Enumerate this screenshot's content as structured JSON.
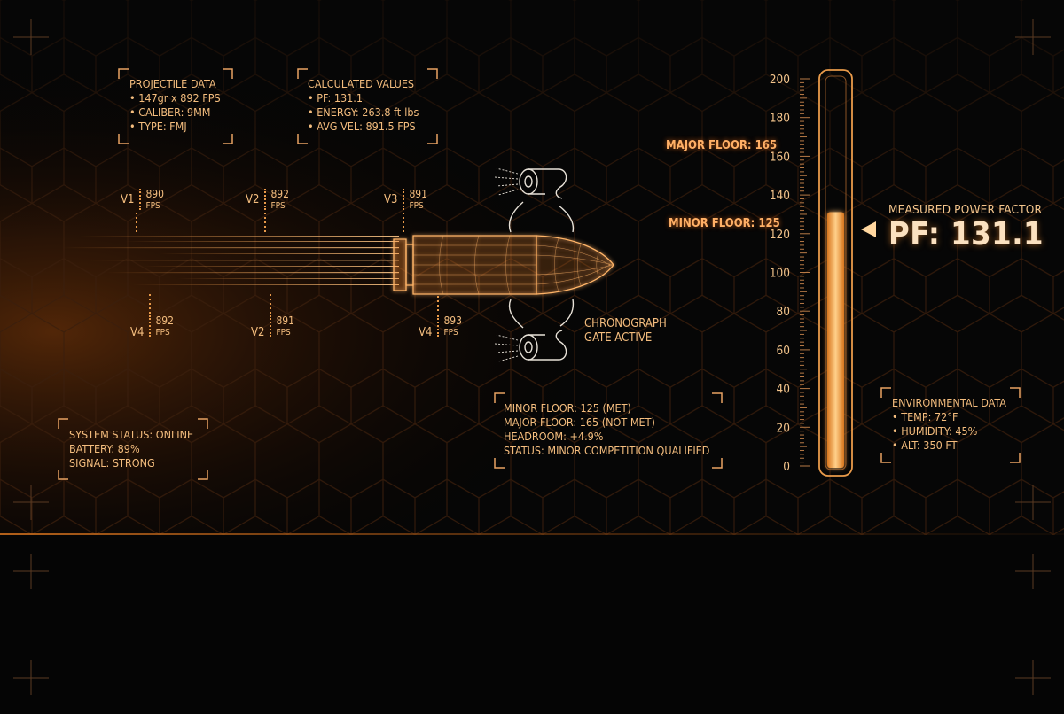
{
  "projectile": {
    "title": "PROJECTILE DATA",
    "items": [
      "• 147gr x 892 FPS",
      "• CALIBER: 9MM",
      "• TYPE: FMJ"
    ]
  },
  "calculated": {
    "title": "CALCULATED VALUES",
    "items": [
      "• PF: 131.1",
      "• ENERGY: 263.8 ft-lbs",
      "• AVG VEL: 891.5 FPS"
    ]
  },
  "velocities_top": [
    {
      "id": "V1",
      "value": "890",
      "unit": "FPS"
    },
    {
      "id": "V2",
      "value": "892",
      "unit": "FPS"
    },
    {
      "id": "V3",
      "value": "891",
      "unit": "FPS"
    }
  ],
  "velocities_bottom": [
    {
      "id": "V4",
      "value": "892",
      "unit": "FPS"
    },
    {
      "id": "V2",
      "value": "891",
      "unit": "FPS"
    },
    {
      "id": "V4",
      "value": "893",
      "unit": "FPS"
    }
  ],
  "chronograph": {
    "line1": "CHRONOGRAPH",
    "line2": "GATE ACTIVE"
  },
  "system": {
    "lines": [
      "SYSTEM STATUS: ONLINE",
      "BATTERY: 89%",
      "SIGNAL: STRONG"
    ]
  },
  "qualification": {
    "lines": [
      "MINOR FLOOR: 125 (MET)",
      "MAJOR FLOOR: 165 (NOT MET)",
      "HEADROOM: +4.9%",
      "STATUS: MINOR COMPETITION QUALIFIED"
    ]
  },
  "environment": {
    "title": "ENVIRONMENTAL DATA",
    "items": [
      "• TEMP: 72°F",
      "• HUMIDITY: 45%",
      "• ALT: 350 FT"
    ]
  },
  "gauge": {
    "min": 0,
    "max": 200,
    "ticks": [
      "0",
      "20",
      "40",
      "60",
      "80",
      "100",
      "120",
      "140",
      "160",
      "180",
      "200"
    ],
    "value": 131.1,
    "major_floor": 165,
    "minor_floor": 125,
    "major_label": "MAJOR FLOOR: 165",
    "minor_label": "MINOR FLOOR: 125",
    "measured_label": "MEASURED POWER FACTOR",
    "measured_value": "PF: 131.1"
  },
  "colors": {
    "accent": "#f2a155",
    "glow": "#ff8a1e",
    "bright": "#fbe1c0",
    "background": "#060606",
    "hex_grid": "#3a1f0c"
  }
}
